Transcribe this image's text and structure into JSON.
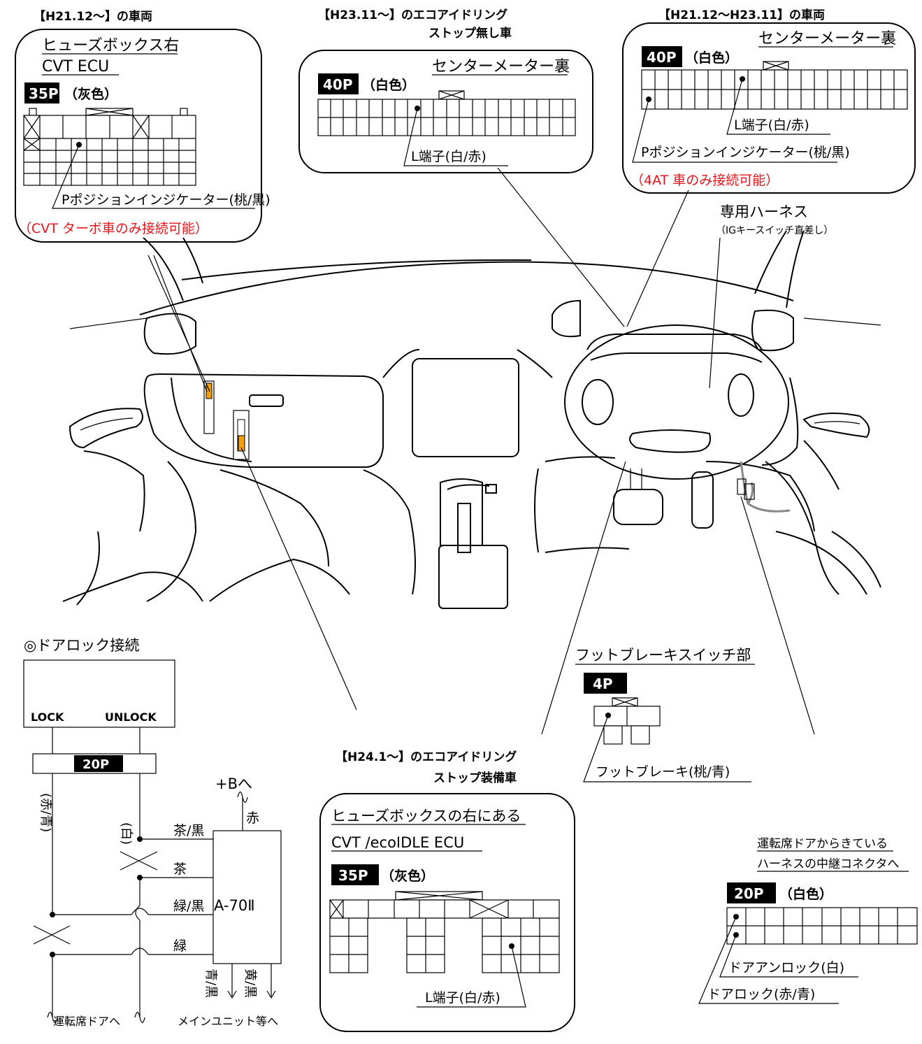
{
  "boxes": {
    "cvt_h21": {
      "header": "【H21.12～】の車両",
      "line1": "ヒューズボックス右",
      "line2": "CVT ECU",
      "pin_badge": "35P",
      "color": "（灰色）",
      "terminal": "Pポジションインジケーター(桃/黒)",
      "note": "（CVT ターボ車のみ接続可能）"
    },
    "meter_h23": {
      "header": "【H23.11～】のエコアイドリング",
      "header2": "ストップ無し車",
      "location": "センターメーター裏",
      "pin_badge": "40P",
      "color": "（白色）",
      "terminal": "L端子(白/赤)"
    },
    "meter_h21_h23": {
      "header": "【H21.12～H23.11】の車両",
      "location": "センターメーター裏",
      "pin_badge": "40P",
      "color": "（白色）",
      "terminal1": "L端子(白/赤)",
      "terminal2": "Pポジションインジケーター(桃/黒)",
      "note": "（4AT 車のみ接続可能）"
    },
    "harness": {
      "title": "専用ハーネス",
      "sub": "（IGキースイッチ直差し）"
    },
    "brake": {
      "title": "フットブレーキスイッチ部",
      "pin_badge": "4P",
      "terminal": "フットブレーキ(桃/青)"
    },
    "eco_h24": {
      "header": "【H24.1～】のエコアイドリング",
      "header2": "ストップ装備車",
      "line1": "ヒューズボックスの右にある",
      "line2": "CVT /ecoIDLE ECU",
      "pin_badge": "35P",
      "color": "（灰色）",
      "terminal": "L端子(白/赤)"
    },
    "door20": {
      "line1": "運転席ドアからきている",
      "line2": "ハーネスの中継コネクタへ",
      "pin_badge": "20P",
      "color": "（白色）",
      "terminal1": "ドアアンロック(白)",
      "terminal2": "ドアロック(赤/青)"
    }
  },
  "doorlock": {
    "title": "◎ドアロック接続",
    "lock": "LOCK",
    "unlock": "UNLOCK",
    "pin_badge": "20P",
    "wire_red_blue": "(赤/青)",
    "wire_white": "(白)",
    "plus_b": "+Bへ",
    "red": "赤",
    "brown_black": "茶/黒",
    "brown": "茶",
    "green_black": "緑/黒",
    "green": "緑",
    "unit": "A-70Ⅱ",
    "blue_black": "青/黒",
    "yellow_black": "黄/黒",
    "to_door": "運転席ドアへ",
    "to_main": "メインユニット等へ"
  }
}
